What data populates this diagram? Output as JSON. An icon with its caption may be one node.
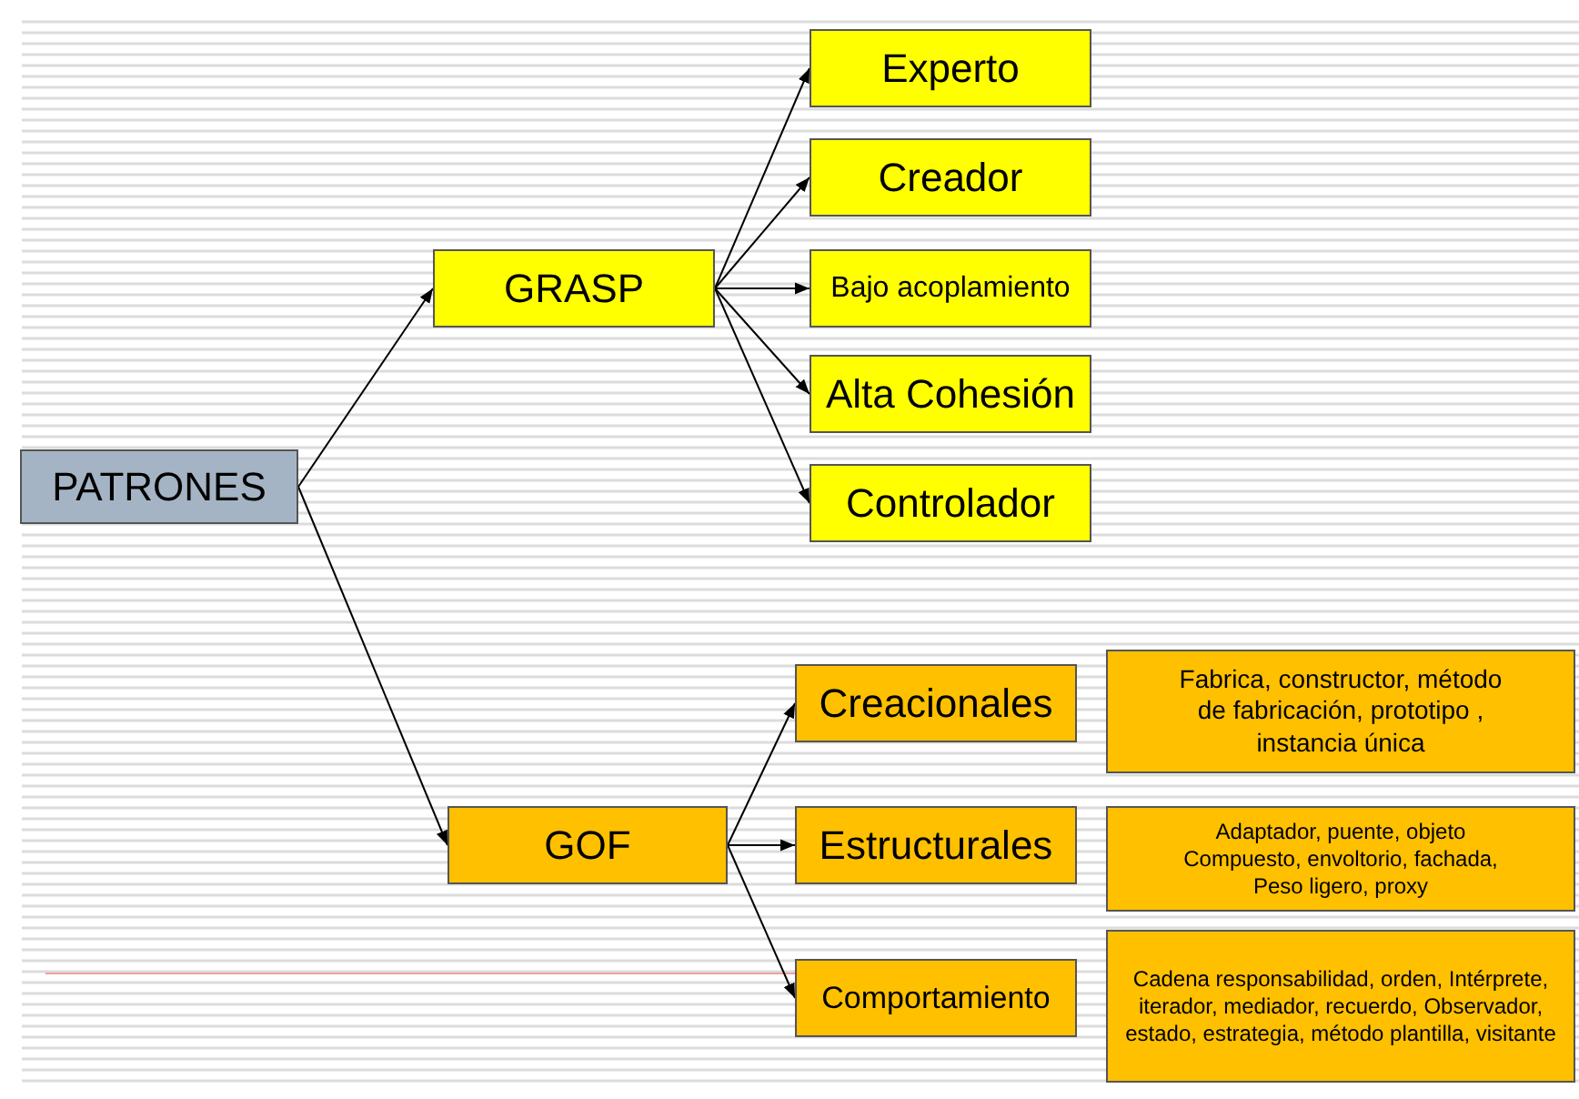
{
  "diagram": {
    "nodes": [
      {
        "text": [
          "PATRONES"
        ]
      },
      {
        "text": [
          "GRASP"
        ]
      },
      {
        "text": [
          "Experto"
        ]
      },
      {
        "text": [
          "Creador"
        ]
      },
      {
        "text": [
          "Bajo acoplamiento"
        ]
      },
      {
        "text": [
          "Alta Cohesión"
        ]
      },
      {
        "text": [
          "Controlador"
        ]
      },
      {
        "text": [
          "GOF"
        ]
      },
      {
        "text": [
          "Creacionales"
        ]
      },
      {
        "text": [
          "Estructurales"
        ]
      },
      {
        "text": [
          "Comportamiento"
        ]
      },
      {
        "text": [
          "Fabrica, constructor, método de fabricación, prototipo , instancia única"
        ]
      },
      {
        "text": [
          "Adaptador, puente, objeto Compuesto, envoltorio, fachada, Peso ligero, proxy"
        ]
      },
      {
        "text": [
          "Cadena responsabilidad, orden, Intérprete, iterador, mediador, recuerdo, Observador, estado, estrategia, método plantilla, visitante"
        ]
      }
    ],
    "edges": [
      {
        "from": 0,
        "to": 1,
        "arrow": "to"
      },
      {
        "from": 0,
        "to": 7,
        "arrow": "to"
      },
      {
        "from": 1,
        "to": 2,
        "arrow": "to"
      },
      {
        "from": 1,
        "to": 3,
        "arrow": "to"
      },
      {
        "from": 1,
        "to": 4,
        "arrow": "to"
      },
      {
        "from": 1,
        "to": 5,
        "arrow": "to"
      },
      {
        "from": 1,
        "to": 6,
        "arrow": "to"
      },
      {
        "from": 7,
        "to": 8,
        "arrow": "to"
      },
      {
        "from": 7,
        "to": 9,
        "arrow": "to"
      },
      {
        "from": 7,
        "to": 10,
        "arrow": "to"
      }
    ]
  }
}
